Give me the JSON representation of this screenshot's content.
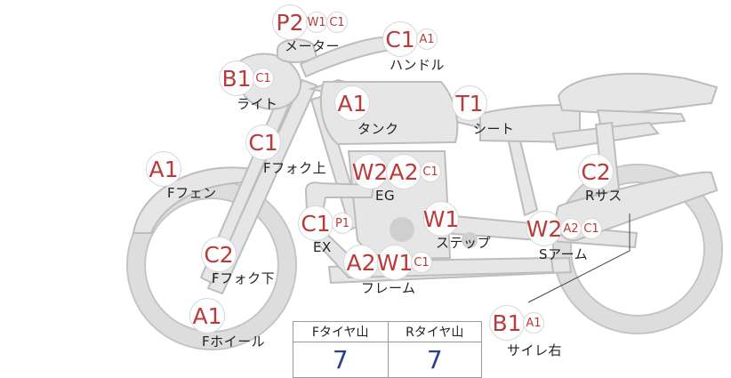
{
  "callouts": [
    {
      "id": "meter",
      "badges": [
        {
          "code": "P2",
          "size": "big"
        },
        {
          "code": "W1",
          "size": "sm"
        },
        {
          "code": "C1",
          "size": "sm"
        }
      ],
      "label": "メーター"
    },
    {
      "id": "handle",
      "badges": [
        {
          "code": "C1",
          "size": "big"
        },
        {
          "code": "A1",
          "size": "sm"
        }
      ],
      "label": "ハンドル"
    },
    {
      "id": "light",
      "badges": [
        {
          "code": "B1",
          "size": "big"
        },
        {
          "code": "C1",
          "size": "sm"
        }
      ],
      "label": "ライト"
    },
    {
      "id": "tank",
      "badges": [
        {
          "code": "A1",
          "size": "big"
        }
      ],
      "label": "タンク"
    },
    {
      "id": "seat",
      "badges": [
        {
          "code": "T1",
          "size": "big"
        }
      ],
      "label": "シート"
    },
    {
      "id": "fork-upper",
      "badges": [
        {
          "code": "C1",
          "size": "big"
        }
      ],
      "label": "Fフォク上"
    },
    {
      "id": "fender",
      "badges": [
        {
          "code": "A1",
          "size": "big"
        }
      ],
      "label": "Fフェン"
    },
    {
      "id": "engine",
      "badges": [
        {
          "code": "W2",
          "size": "big"
        },
        {
          "code": "A2",
          "size": "big"
        },
        {
          "code": "C1",
          "size": "sm"
        }
      ],
      "label": "EG"
    },
    {
      "id": "r-sus",
      "badges": [
        {
          "code": "C2",
          "size": "big"
        }
      ],
      "label": "Rサス"
    },
    {
      "id": "exhaust",
      "badges": [
        {
          "code": "C1",
          "size": "big"
        },
        {
          "code": "P1",
          "size": "sm"
        }
      ],
      "label": "EX"
    },
    {
      "id": "step",
      "badges": [
        {
          "code": "W1",
          "size": "big"
        }
      ],
      "label": "ステップ"
    },
    {
      "id": "s-arm",
      "badges": [
        {
          "code": "W2",
          "size": "big"
        },
        {
          "code": "A2",
          "size": "sm"
        },
        {
          "code": "C1",
          "size": "sm"
        }
      ],
      "label": "Sアーム"
    },
    {
      "id": "fork-lower",
      "badges": [
        {
          "code": "C2",
          "size": "big"
        }
      ],
      "label": "Fフォク下"
    },
    {
      "id": "frame",
      "badges": [
        {
          "code": "A2",
          "size": "big"
        },
        {
          "code": "W1",
          "size": "big"
        },
        {
          "code": "C1",
          "size": "sm"
        }
      ],
      "label": "フレーム"
    },
    {
      "id": "f-wheel",
      "badges": [
        {
          "code": "A1",
          "size": "big"
        }
      ],
      "label": "Fホイール"
    },
    {
      "id": "muffler-r",
      "badges": [
        {
          "code": "B1",
          "size": "big"
        },
        {
          "code": "A1",
          "size": "sm"
        }
      ],
      "label": "サイレ右"
    }
  ],
  "tire_table": {
    "front_header": "Fタイヤ山",
    "rear_header": "Rタイヤ山",
    "front_value": "7",
    "rear_value": "7"
  },
  "colors": {
    "badge_text": "#b83c3c",
    "tire_value": "#2b3f8a",
    "bike_fill": "#e6e6e6"
  }
}
